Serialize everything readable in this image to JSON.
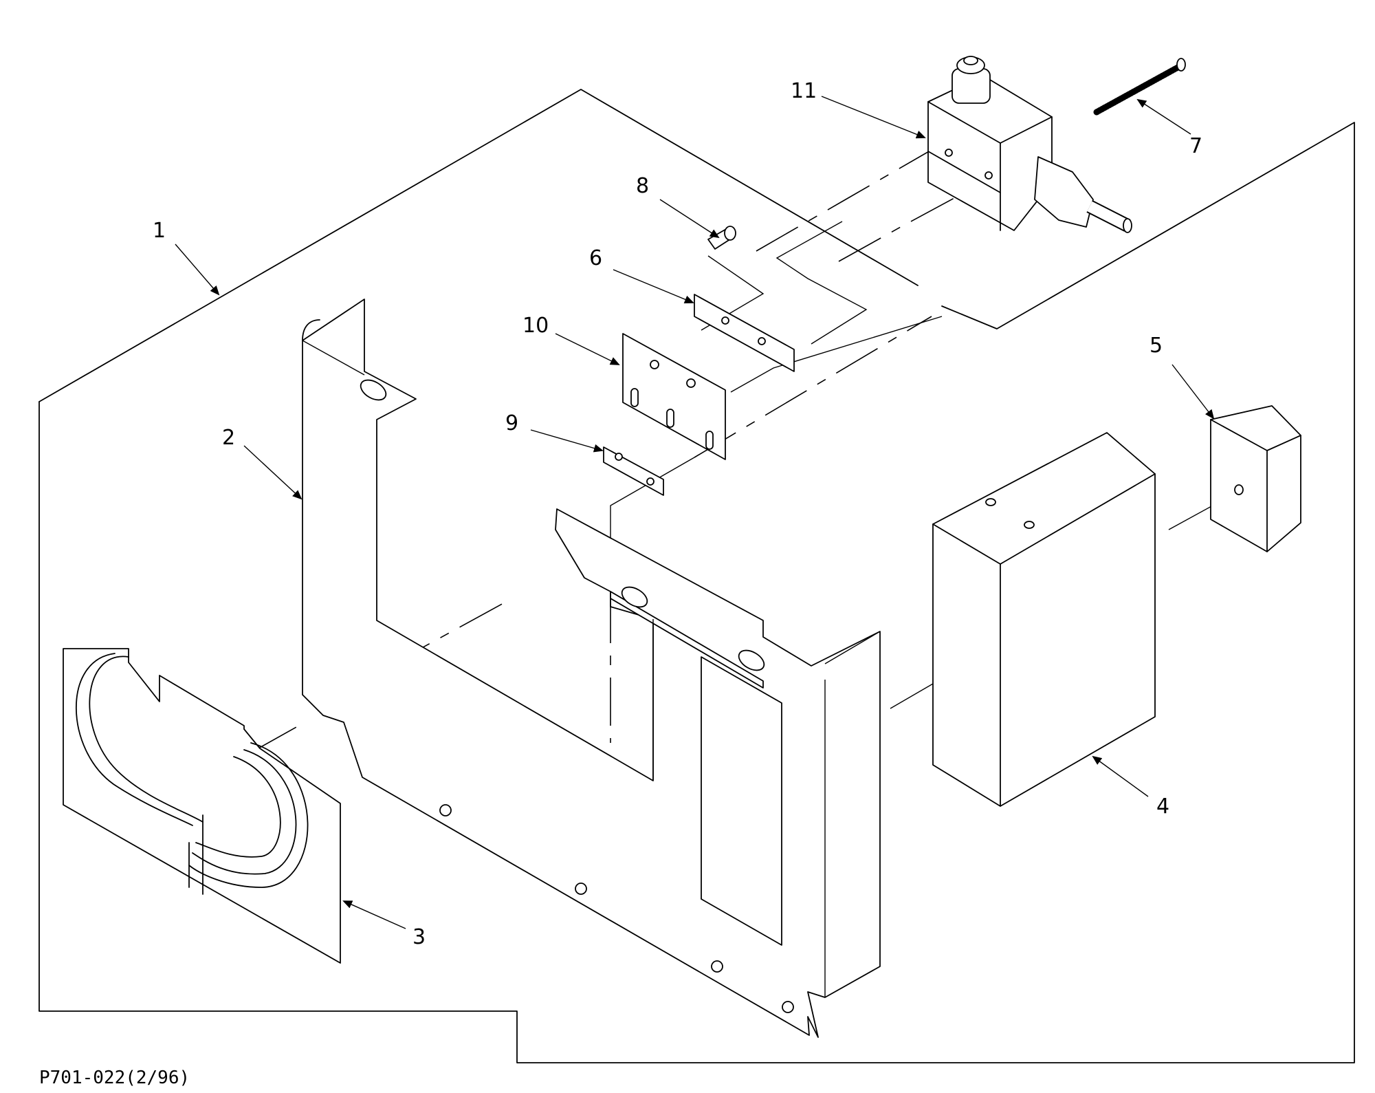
{
  "drawing_id": "P701-022(2/96)",
  "callouts": [
    {
      "id": "1",
      "label": "1"
    },
    {
      "id": "2",
      "label": "2"
    },
    {
      "id": "3",
      "label": "3"
    },
    {
      "id": "4",
      "label": "4"
    },
    {
      "id": "5",
      "label": "5"
    },
    {
      "id": "6",
      "label": "6"
    },
    {
      "id": "7",
      "label": "7"
    },
    {
      "id": "8",
      "label": "8"
    },
    {
      "id": "9",
      "label": "9"
    },
    {
      "id": "10",
      "label": "10"
    },
    {
      "id": "11",
      "label": "11"
    }
  ],
  "colors": {
    "ink": "#000000",
    "paper": "#ffffff"
  }
}
